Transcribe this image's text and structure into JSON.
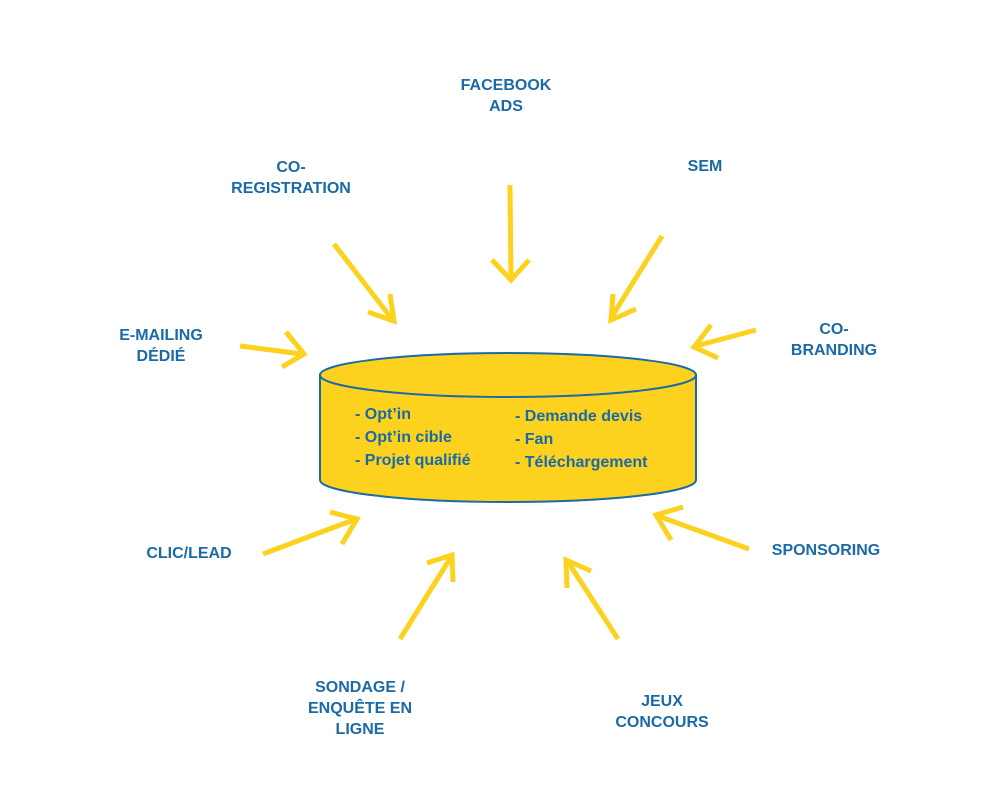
{
  "colors": {
    "arrow": "#fcd21e",
    "cylinder_fill": "#fcd21e",
    "cylinder_stroke": "#1a6aa8",
    "text": "#1a6aa8"
  },
  "sources": {
    "facebook_ads": [
      "FACEBOOK",
      "ADS"
    ],
    "sem": [
      "SEM"
    ],
    "co_registration": [
      "CO-",
      "REGISTRATION"
    ],
    "co_branding": [
      "CO-",
      "BRANDING"
    ],
    "e_mailing": [
      "E-MAILING",
      "DÉDIÉ"
    ],
    "clic_lead": [
      "CLIC/LEAD"
    ],
    "sponsoring": [
      "SPONSORING"
    ],
    "sondage": [
      "SONDAGE /",
      "ENQUÊTE EN",
      "LIGNE"
    ],
    "jeux": [
      "JEUX",
      "CONCOURS"
    ]
  },
  "database": {
    "left_items": [
      "- Opt’in",
      "- Opt’in cible",
      "- Projet qualifié"
    ],
    "right_items": [
      "- Demande devis",
      "- Fan",
      "- Téléchargement"
    ]
  }
}
